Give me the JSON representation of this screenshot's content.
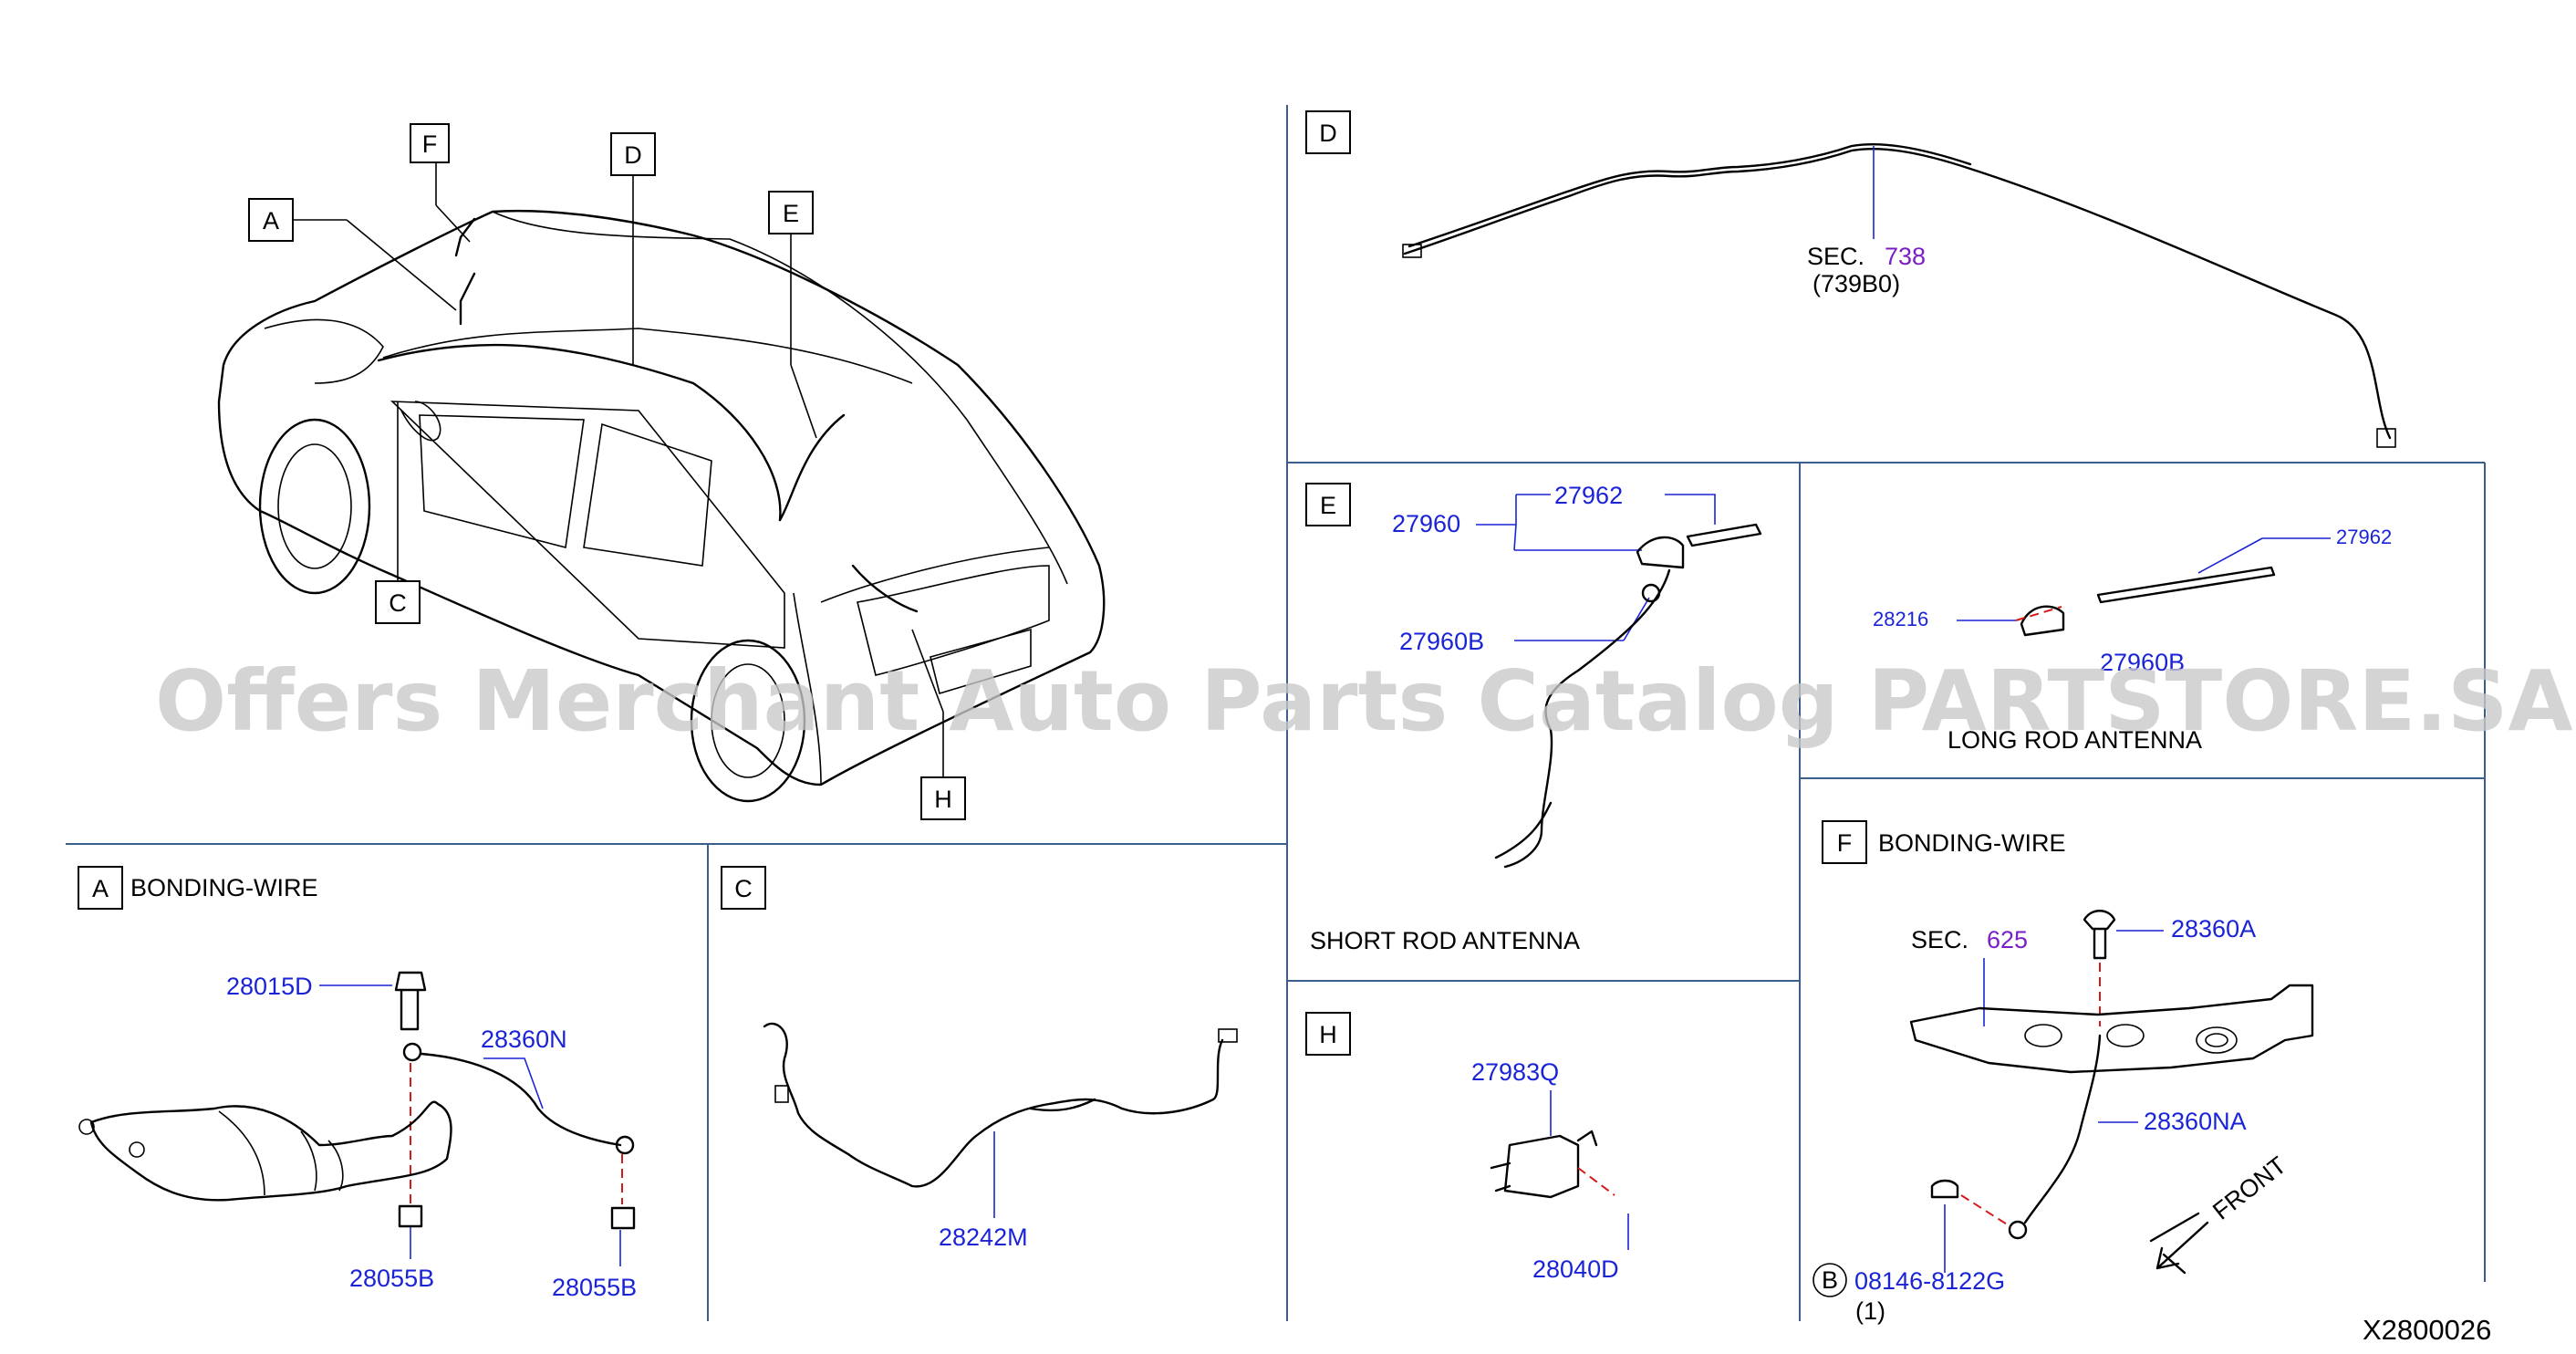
{
  "diagram_code": "X2800026",
  "watermark": "Offers Merchant Auto Parts Catalog PARTSTORE.SA",
  "overview": {
    "callouts": [
      "F",
      "A",
      "D",
      "E",
      "C",
      "H"
    ]
  },
  "section_a": {
    "letter": "A",
    "title": "BONDING-WIRE",
    "parts": [
      "28015D",
      "28360N",
      "28055B",
      "28055B"
    ]
  },
  "section_c": {
    "letter": "C",
    "parts": [
      "28242M"
    ]
  },
  "section_d": {
    "letter": "D",
    "sec_prefix": "SEC.",
    "sec_number": "738",
    "sec_sub": "(739B0)"
  },
  "section_e": {
    "letter": "E",
    "parts": [
      "27962",
      "27960",
      "27960B"
    ],
    "caption": "SHORT   ROD   ANTENNA"
  },
  "section_long": {
    "parts": [
      "27962",
      "28216",
      "27960B"
    ],
    "caption": "LONG   ROD   ANTENNA"
  },
  "section_f": {
    "letter": "F",
    "title": "BONDING-WIRE",
    "sec_prefix": "SEC.",
    "sec_number": "625",
    "parts": [
      "28360A",
      "28360NA"
    ],
    "bolt_symbol": "B",
    "bolt_part": "08146-8122G",
    "bolt_qty": "(1)",
    "front_label": "FRONT"
  },
  "section_h": {
    "letter": "H",
    "parts": [
      "27983Q",
      "28040D"
    ]
  },
  "colors": {
    "part_number": "#1a24d6",
    "sec_number": "#7a1fc4",
    "divider": "#3b5f8a",
    "dashed_line": "#d41a1a"
  }
}
